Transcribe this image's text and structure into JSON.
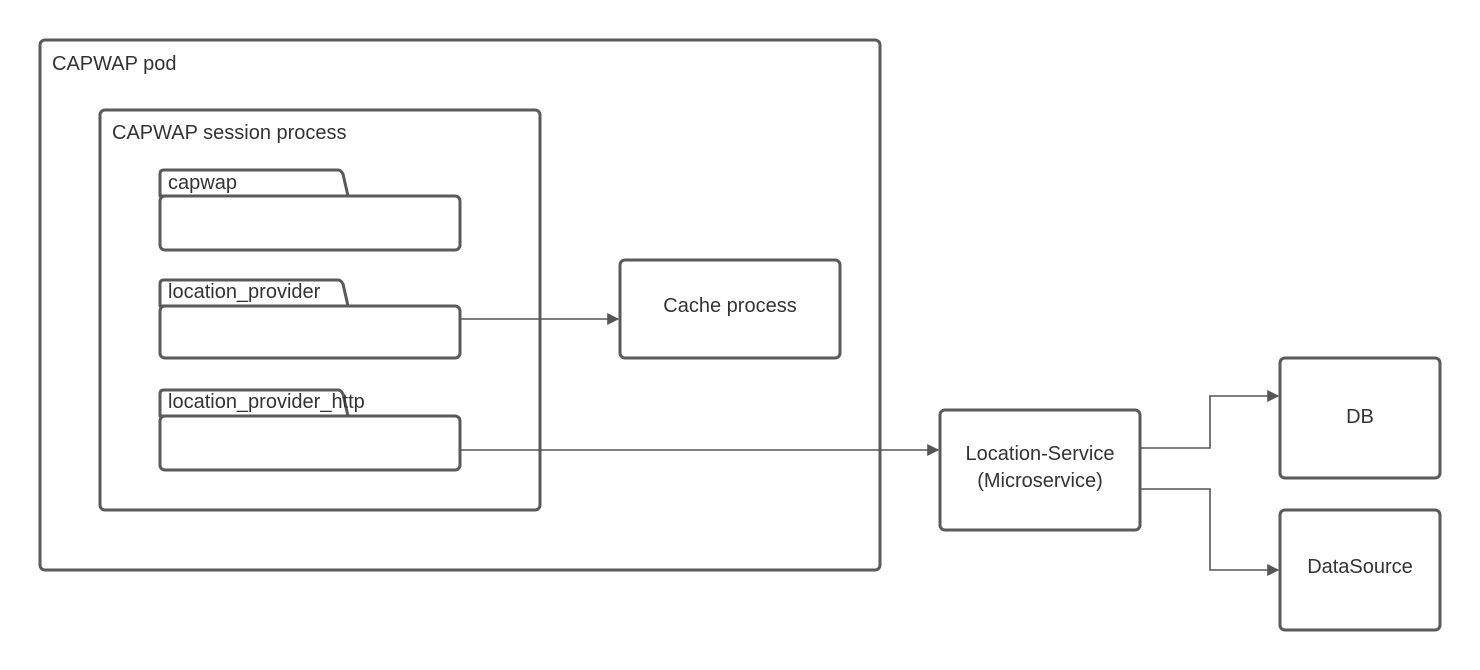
{
  "containers": {
    "pod": {
      "label": "CAPWAP pod"
    },
    "session": {
      "label": "CAPWAP session process"
    }
  },
  "modules": [
    {
      "id": "capwap",
      "label": "capwap"
    },
    {
      "id": "location-provider",
      "label": "location_provider"
    },
    {
      "id": "location-provider-http",
      "label": "location_provider_http"
    }
  ],
  "nodes": {
    "cache": {
      "label": "Cache process"
    },
    "location_service": {
      "line1": "Location-Service",
      "line2": "(Microservice)"
    },
    "db": {
      "label": "DB"
    },
    "datasource": {
      "label": "DataSource"
    }
  },
  "edges": [
    {
      "from": "location_provider",
      "to": "Cache process"
    },
    {
      "from": "location_provider_http",
      "to": "Location-Service"
    },
    {
      "from": "Location-Service",
      "to": "DB"
    },
    {
      "from": "Location-Service",
      "to": "DataSource"
    }
  ],
  "colors": {
    "stroke": "#5a5a5a",
    "text": "#333333",
    "background": "#ffffff"
  }
}
